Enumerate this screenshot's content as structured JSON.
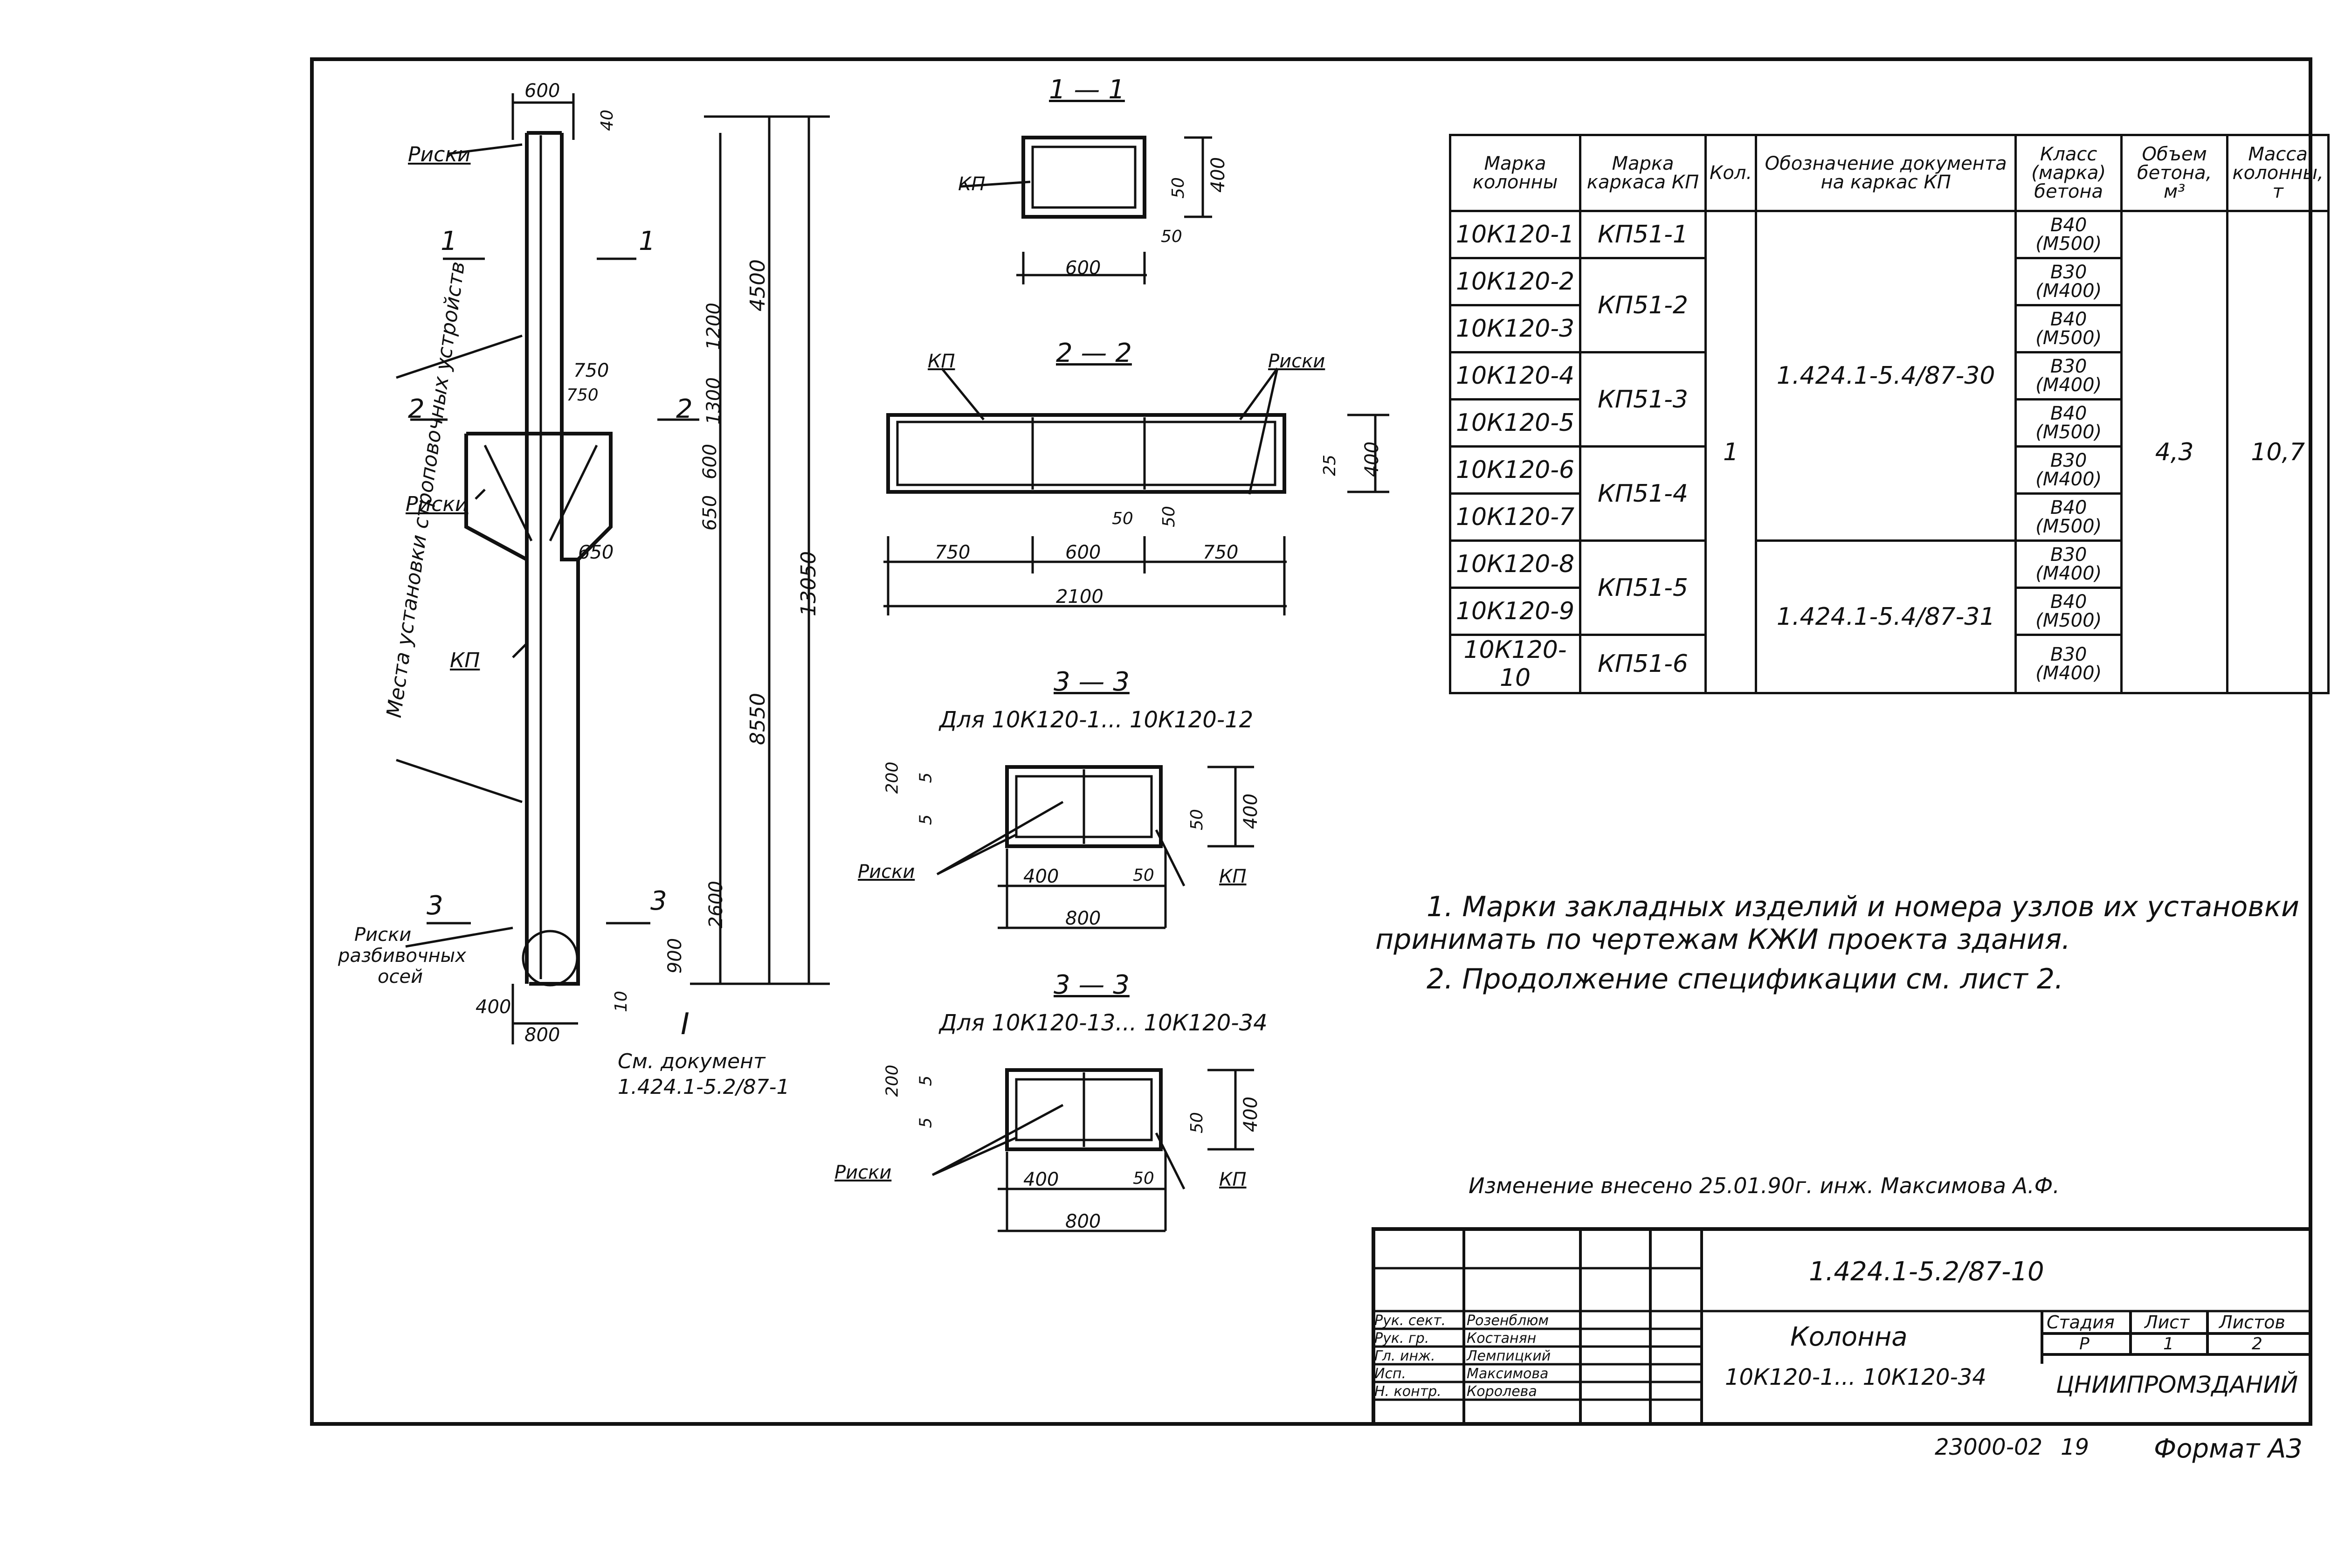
{
  "labels": {
    "riski": "Риски",
    "kp": "КП",
    "section_1": "1",
    "section_2": "2",
    "section_3": "3",
    "section_title_1_1": "1 — 1",
    "section_title_2_2": "2 — 2",
    "section_title_3_3a": "3 — 3",
    "section_title_3_3b": "3 — 3",
    "for_a": "Для 10К120-1... 10К120-12",
    "for_b": "Для 10К120-13... 10К120-34",
    "vertical_note": "Места установки строповочных устройств",
    "riski_razbivochnyh_1": "Риски",
    "riski_razbivochnyh_2": "разбивочных",
    "riski_razbivochnyh_3": "осей",
    "roman_one": "I",
    "see_doc_1": "См. документ",
    "see_doc_2": "1.424.1-5.2/87-1"
  },
  "dims": {
    "d600": "600",
    "d40": "40",
    "d4500": "4500",
    "d1200": "1200",
    "d1300": "1300",
    "d750": "750",
    "d600b": "600",
    "d650": "650",
    "d13050": "13050",
    "d8550": "8550",
    "d2600": "2600",
    "d900": "900",
    "d400": "400",
    "d800": "800",
    "d10": "10",
    "s1_400": "400",
    "s1_50a": "50",
    "s1_50b": "50",
    "s1_600": "600",
    "s2_750a": "750",
    "s2_600": "600",
    "s2_750b": "750",
    "s2_2100": "2100",
    "s2_50a": "50",
    "s2_50b": "50",
    "s2_25": "25",
    "s2_400": "400",
    "s3_200": "200",
    "s3_5a": "5",
    "s3_5b": "5",
    "s3_400w": "400",
    "s3_50": "50",
    "s3_800": "800",
    "s3_400h": "400",
    "s3_50b": "50"
  },
  "notes": {
    "n1_line1": "1. Марки закладных изделий и номера узлов их установки",
    "n1_line2": "принимать по чертежам КЖИ проекта здания.",
    "n2": "2. Продолжение спецификации см. лист 2."
  },
  "change_note": "Изменение внесено 25.01.90г. инж. Максимова А.Ф.",
  "table": {
    "headers": {
      "col_mark": "Марка колонны",
      "frame_mark": "Марка каркаса КП",
      "qty": "Кол.",
      "doc": "Обозначение документа на каркас КП",
      "cls": "Класс (марка) бетона",
      "vol": "Объем бетона, м³",
      "mass": "Масса колонны, т"
    },
    "rows": [
      {
        "mark": "10К120-1",
        "cls": "В40 (М500)"
      },
      {
        "mark": "10К120-2",
        "cls": "В30 (М400)"
      },
      {
        "mark": "10К120-3",
        "cls": "В40 (М500)"
      },
      {
        "mark": "10К120-4",
        "cls": "В30 (М400)"
      },
      {
        "mark": "10К120-5",
        "cls": "В40 (М500)"
      },
      {
        "mark": "10К120-6",
        "cls": "В30 (М400)"
      },
      {
        "mark": "10К120-7",
        "cls": "В40 (М500)"
      },
      {
        "mark": "10К120-8",
        "cls": "В30 (М400)"
      },
      {
        "mark": "10К120-9",
        "cls": "В40 (М500)"
      },
      {
        "mark": "10К120-10",
        "cls": "В30 (М400)"
      }
    ],
    "frames": [
      "КП51-1",
      "КП51-2",
      "КП51-3",
      "КП51-4",
      "КП51-5",
      "КП51-6"
    ],
    "qty": "1",
    "doc_a": "1.424.1-5.4/87-30",
    "doc_b": "1.424.1-5.4/87-31",
    "vol": "4,3",
    "mass": "10,7"
  },
  "title_block": {
    "code": "1.424.1-5.2/87-10",
    "name_1": "Колонна",
    "name_2": "10К120-1... 10К120-34",
    "stage_h": "Стадия",
    "sheet_h": "Лист",
    "sheets_h": "Листов",
    "stage": "Р",
    "sheet": "1",
    "sheets": "2",
    "org": "ЦНИИПРОМЗДАНИЙ",
    "people": [
      {
        "role": "Рук. сект.",
        "name": "Розенблюм"
      },
      {
        "role": "Рук. гр.",
        "name": "Костанян"
      },
      {
        "role": "Гл. инж.",
        "name": "Лемпицкий"
      },
      {
        "role": "Исп.",
        "name": "Максимова"
      },
      {
        "role": "Н. контр.",
        "name": "Королева"
      }
    ]
  },
  "footer": {
    "inv": "23000-02",
    "page": "19",
    "format": "Формат А3"
  }
}
